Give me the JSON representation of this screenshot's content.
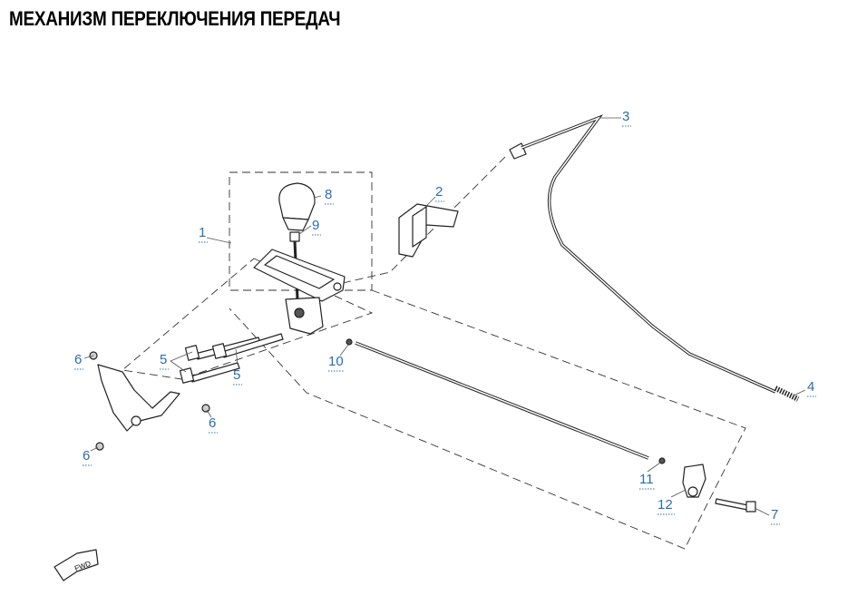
{
  "title": "МЕХАНИЗМ ПЕРЕКЛЮЧЕНИЯ ПЕРЕДАЧ",
  "callouts": {
    "c1": "1",
    "c2": "2",
    "c3": "3",
    "c4": "4",
    "c5a": "5",
    "c5b": "5",
    "c6a": "6",
    "c6b": "6",
    "c6c": "6",
    "c7": "7",
    "c8": "8",
    "c9": "9",
    "c10": "10",
    "c11": "11",
    "c12": "12"
  },
  "fwd_label": "FWD",
  "colors": {
    "callout": "#2a6cb5",
    "line": "#222222"
  }
}
